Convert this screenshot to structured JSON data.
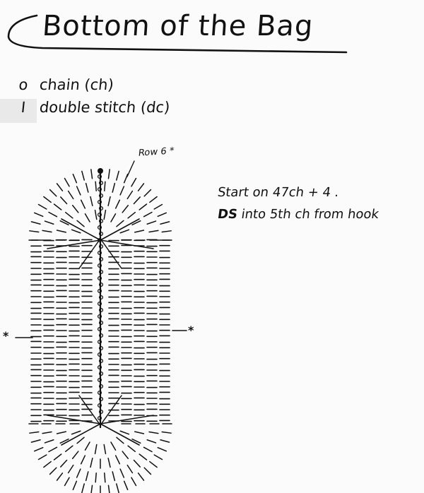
{
  "title": "Bottom of the Bag",
  "legend": [
    {
      "symbol": "o",
      "label": "chain (ch)"
    },
    {
      "symbol": "I",
      "label": "double stitch (dc)"
    }
  ],
  "notes": {
    "line1": "Start on 47ch + 4 .",
    "line2_prefix": "DS",
    "line2_rest": "into 5th ch from hook"
  },
  "diagram": {
    "row_label": "Row 6",
    "star": "*",
    "ink_color": "#111111"
  }
}
